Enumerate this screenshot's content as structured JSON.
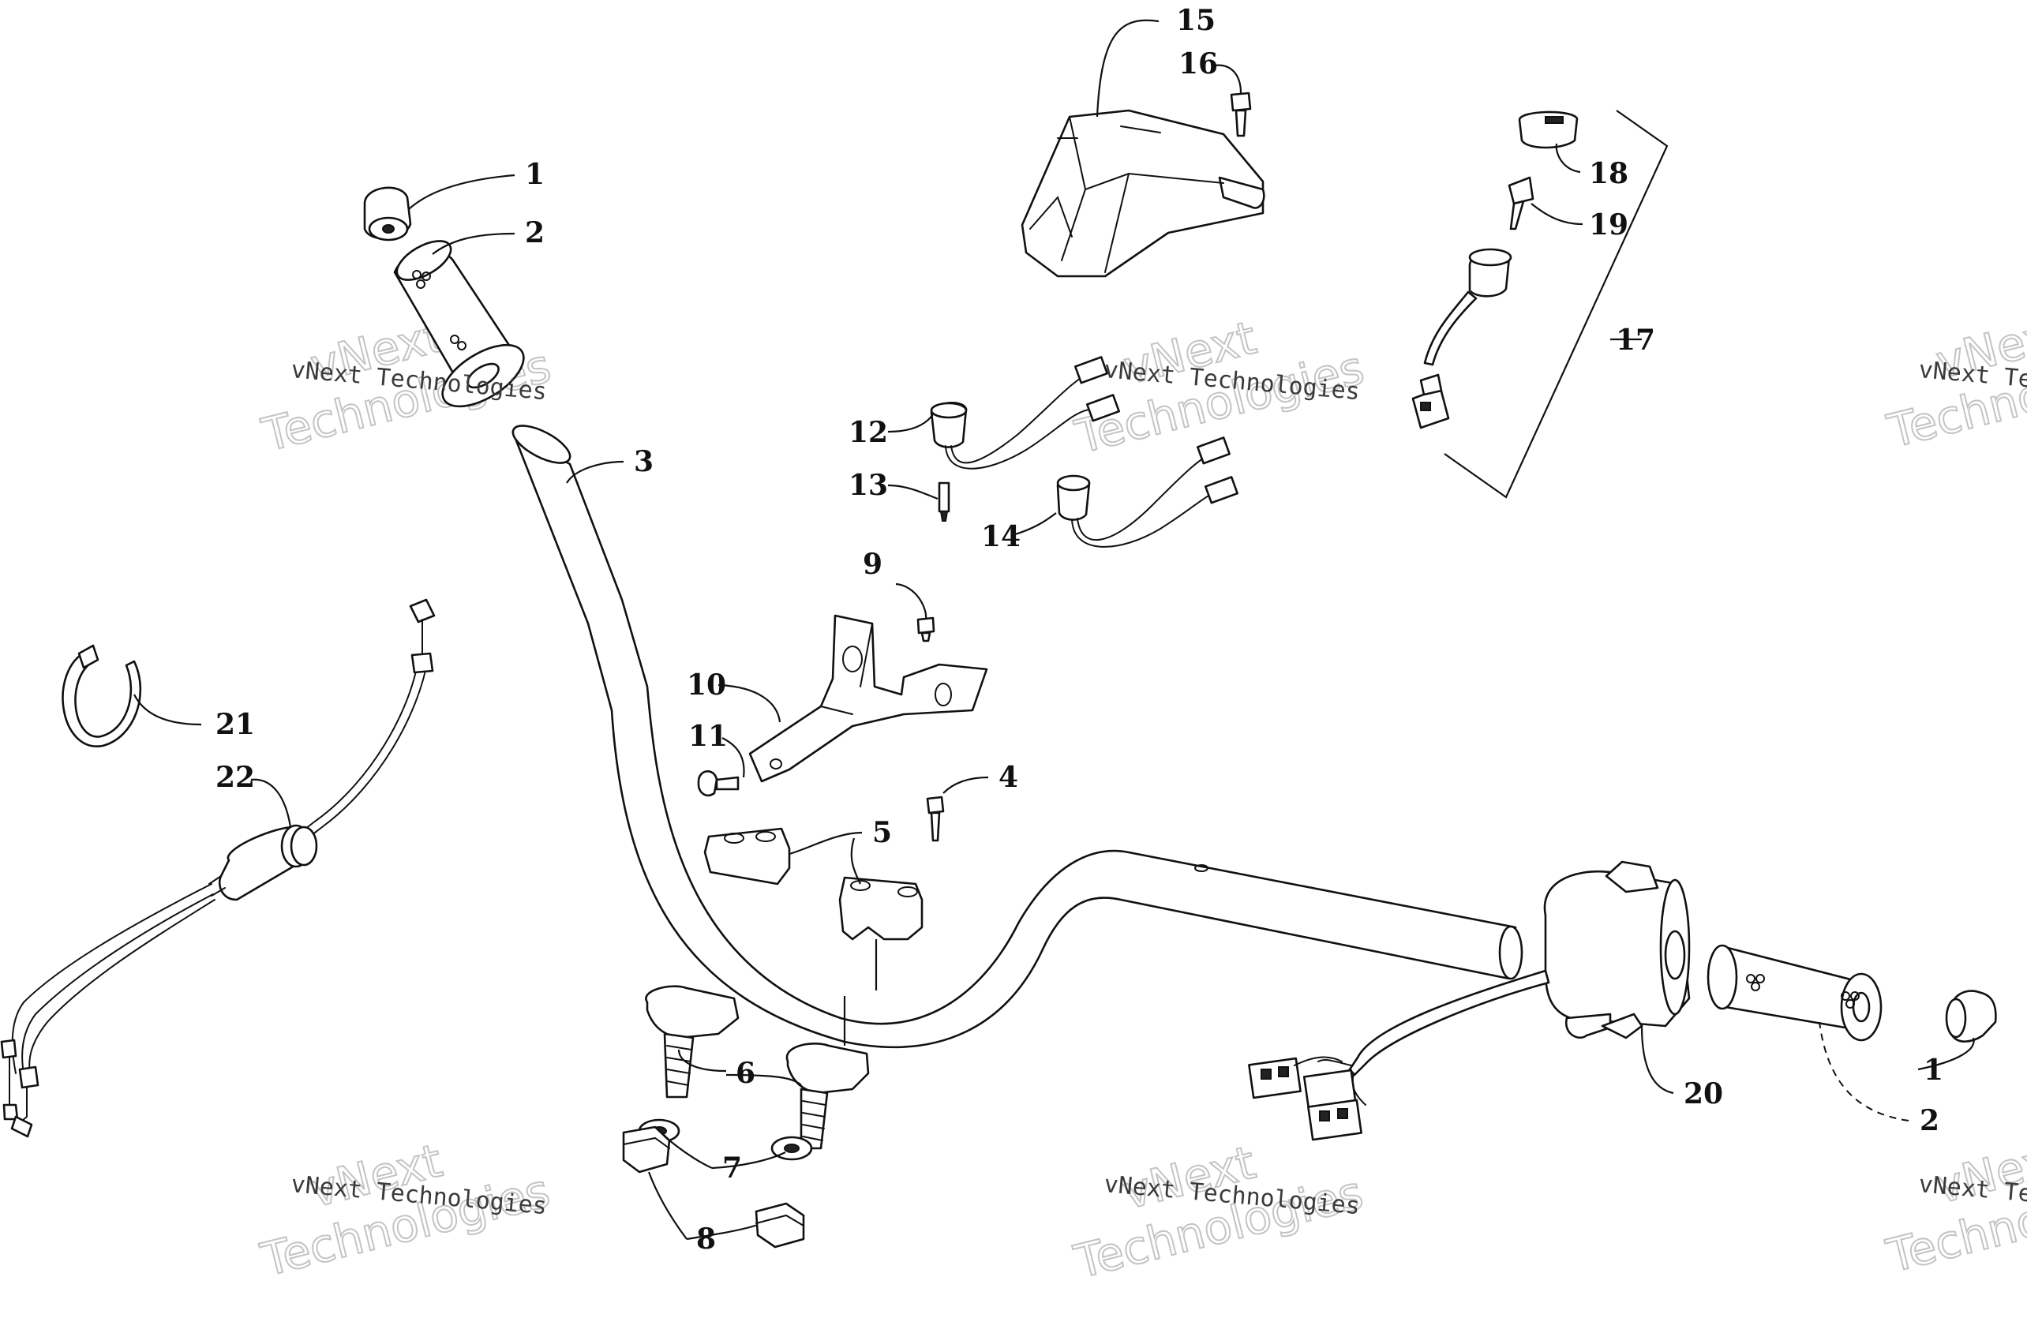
{
  "callouts": [
    {
      "id": "c1a",
      "text": "1"
    },
    {
      "id": "c2a",
      "text": "2"
    },
    {
      "id": "c3",
      "text": "3"
    },
    {
      "id": "c4",
      "text": "4"
    },
    {
      "id": "c5",
      "text": "5"
    },
    {
      "id": "c6",
      "text": "6"
    },
    {
      "id": "c7",
      "text": "7"
    },
    {
      "id": "c8",
      "text": "8"
    },
    {
      "id": "c9",
      "text": "9"
    },
    {
      "id": "c10",
      "text": "10"
    },
    {
      "id": "c11",
      "text": "11"
    },
    {
      "id": "c12",
      "text": "12"
    },
    {
      "id": "c13",
      "text": "13"
    },
    {
      "id": "c14",
      "text": "14"
    },
    {
      "id": "c15",
      "text": "15"
    },
    {
      "id": "c16",
      "text": "16"
    },
    {
      "id": "c17",
      "text": "17"
    },
    {
      "id": "c18",
      "text": "18"
    },
    {
      "id": "c19",
      "text": "19"
    },
    {
      "id": "c20",
      "text": "20"
    },
    {
      "id": "c21",
      "text": "21"
    },
    {
      "id": "c22",
      "text": "22"
    },
    {
      "id": "c1b",
      "text": "1"
    },
    {
      "id": "c2b",
      "text": "2"
    }
  ],
  "watermark": {
    "company": "vNext Technologies",
    "line1": "vNext",
    "line2": "Technologies"
  }
}
